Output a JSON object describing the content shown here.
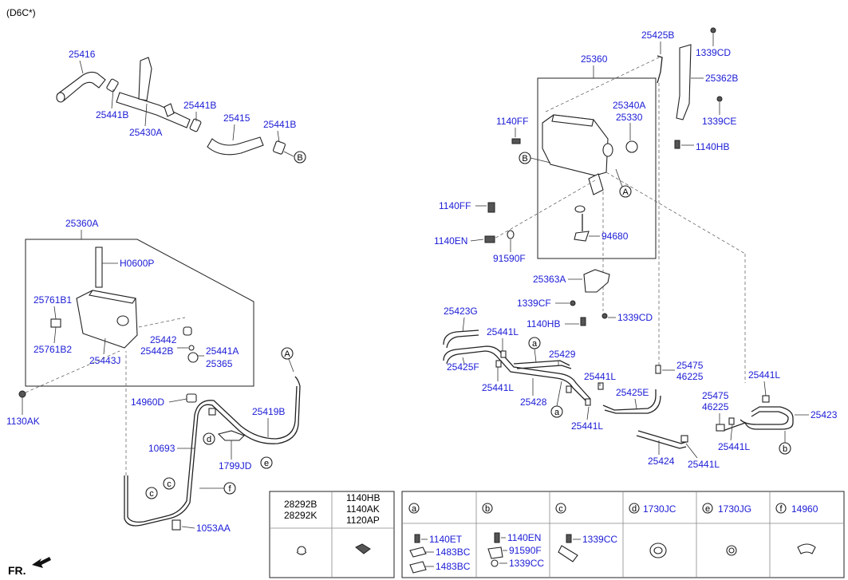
{
  "variant": "(D6C*)",
  "direction_label": "FR.",
  "parts": {
    "p25416": "25416",
    "p25441B_1": "25441B",
    "p25430A": "25430A",
    "p25441B_2": "25441B",
    "p25415": "25415",
    "p25441B_3": "25441B",
    "p25360A": "25360A",
    "pH0600P": "H0600P",
    "p25761B1": "25761B1",
    "p25761B2": "25761B2",
    "p25443J": "25443J",
    "p25442": "25442",
    "p25442B": "25442B",
    "p25441A": "25441A",
    "p25365": "25365",
    "p1130AK": "1130AK",
    "p14960D": "14960D",
    "p25419B": "25419B",
    "p10693": "10693",
    "p1799JD": "1799JD",
    "p1053AA": "1053AA",
    "p25425B": "25425B",
    "p1339CD_top": "1339CD",
    "p25362B": "25362B",
    "p25360": "25360",
    "p25340A": "25340A",
    "p25330": "25330",
    "p1339CE": "1339CE",
    "p1140FF_1": "1140FF",
    "p1140HB_1": "1140HB",
    "p1140FF_2": "1140FF",
    "p1140EN": "1140EN",
    "p91590F": "91590F",
    "p94680": "94680",
    "p25363A": "25363A",
    "p1339CF": "1339CF",
    "p1339CD_2": "1339CD",
    "p1140HB_2": "1140HB",
    "p25423G": "25423G",
    "p25441L_1": "25441L",
    "p25429": "25429",
    "p25425F": "25425F",
    "p25441L_2": "25441L",
    "p25428": "25428",
    "p25475_1": "25475",
    "p46225_1": "46225",
    "p25441L_3": "25441L",
    "p25425E": "25425E",
    "p25441L_4": "25441L",
    "p25441L_5": "25441L",
    "p25475_2": "25475",
    "p46225_2": "46225",
    "p25423": "25423",
    "p25441L_6": "25441L",
    "p25424": "25424",
    "p25441L_7": "25441L"
  },
  "callouts": {
    "A": "A",
    "B": "B",
    "a": "a",
    "b": "b",
    "c": "c",
    "d": "d",
    "e": "e",
    "f": "f"
  },
  "table1": {
    "col1": [
      "28292B",
      "28292K"
    ],
    "col2": [
      "1140HB",
      "1140AK",
      "1120AP"
    ]
  },
  "table2": {
    "headers": [
      {
        "letter": "a",
        "code": ""
      },
      {
        "letter": "b",
        "code": ""
      },
      {
        "letter": "c",
        "code": ""
      },
      {
        "letter": "d",
        "code": "1730JC"
      },
      {
        "letter": "e",
        "code": "1730JG"
      },
      {
        "letter": "f",
        "code": "14960"
      }
    ],
    "cell_a": [
      "1140ET",
      "1483BC",
      "1483BC"
    ],
    "cell_b": [
      "1140EN",
      "91590F",
      "1339CC"
    ],
    "cell_c": [
      "1339CC"
    ]
  }
}
